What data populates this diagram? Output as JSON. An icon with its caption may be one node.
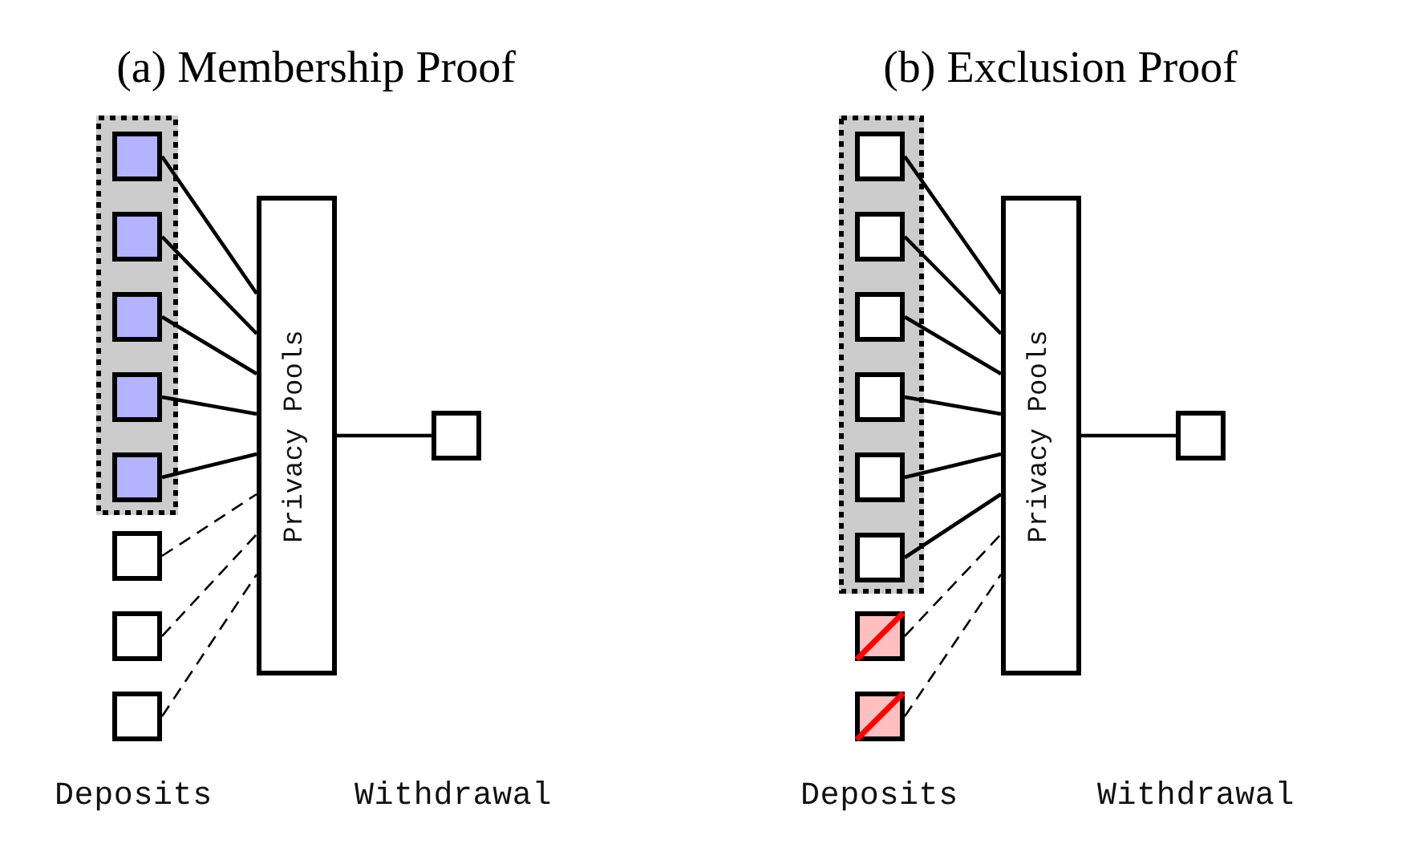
{
  "diagram": {
    "nodes": [
      {
        "text": [],
        "shape": "box"
      },
      {
        "text": [],
        "shape": "box",
        "in": 0
      },
      {
        "text": [],
        "shape": "box",
        "in": 0
      },
      {
        "text": [],
        "shape": "box",
        "in": 0
      },
      {
        "text": [],
        "shape": "box",
        "in": 0
      },
      {
        "text": [],
        "shape": "box",
        "in": 0
      },
      {
        "text": [],
        "shape": "box"
      },
      {
        "text": [],
        "shape": "box"
      },
      {
        "text": [],
        "shape": "box"
      },
      {
        "text": [
          "Privacy Pools"
        ]
      },
      {
        "text": [],
        "shape": "box"
      },
      {
        "text": [],
        "shape": "box"
      },
      {
        "text": [],
        "shape": "box",
        "in": 11
      },
      {
        "text": [],
        "shape": "box",
        "in": 11
      },
      {
        "text": [],
        "shape": "box",
        "in": 11
      },
      {
        "text": [],
        "shape": "box",
        "in": 11
      },
      {
        "text": [],
        "shape": "box",
        "in": 11
      },
      {
        "text": [],
        "shape": "box",
        "in": 11
      },
      {
        "text": [],
        "shape": "box"
      },
      {
        "text": [],
        "shape": "box"
      },
      {
        "text": [
          "Privacy Pools"
        ]
      },
      {
        "text": [],
        "shape": "box"
      }
    ],
    "edges": [
      {
        "from": 1,
        "to": 9,
        "arrow": "none"
      },
      {
        "from": 2,
        "to": 9,
        "arrow": "none"
      },
      {
        "from": 3,
        "to": 9,
        "arrow": "none"
      },
      {
        "from": 4,
        "to": 9,
        "arrow": "none"
      },
      {
        "from": 5,
        "to": 9,
        "arrow": "none"
      },
      {
        "from": 6,
        "to": 9,
        "arrow": "none",
        "style": "dashed"
      },
      {
        "from": 7,
        "to": 9,
        "arrow": "none",
        "style": "dashed"
      },
      {
        "from": 8,
        "to": 9,
        "arrow": "none",
        "style": "dashed"
      },
      {
        "from": 9,
        "to": 10,
        "arrow": "none"
      },
      {
        "from": 12,
        "to": 20,
        "arrow": "none"
      },
      {
        "from": 13,
        "to": 20,
        "arrow": "none"
      },
      {
        "from": 14,
        "to": 20,
        "arrow": "none"
      },
      {
        "from": 15,
        "to": 20,
        "arrow": "none"
      },
      {
        "from": 16,
        "to": 20,
        "arrow": "none"
      },
      {
        "from": 17,
        "to": 20,
        "arrow": "none"
      },
      {
        "from": 18,
        "to": 20,
        "arrow": "none",
        "style": "dashed"
      },
      {
        "from": 19,
        "to": 20,
        "arrow": "none",
        "style": "dashed"
      },
      {
        "from": 20,
        "to": 21,
        "arrow": "none"
      }
    ],
    "labels": [
      "(a) Membership Proof",
      "(b) Exclusion Proof",
      "Deposits",
      "Withdrawal",
      "Deposits",
      "Withdrawal"
    ]
  }
}
